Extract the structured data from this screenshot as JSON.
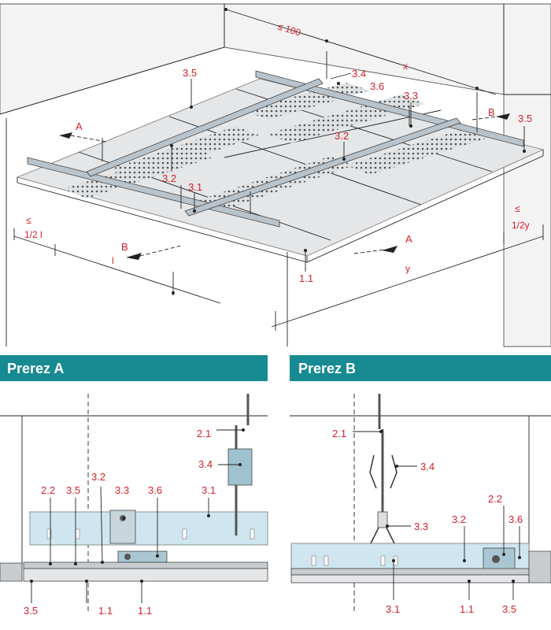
{
  "top_view": {
    "labels": {
      "l35a": "3.5",
      "l34": "3.4",
      "l36": "3.6",
      "l33": "3.3",
      "l35b": "3.5",
      "l32a": "3.2",
      "l32b": "3.2",
      "l31": "3.1",
      "l11": "1.1",
      "secA1": "A",
      "secA2": "A",
      "secB1": "B",
      "secB2": "B"
    },
    "dims": {
      "max100": "≤ 100",
      "x": "x",
      "y": "y",
      "leq_left": "≤",
      "half_l": "1/2 l",
      "l": "l",
      "leq_right": "≤",
      "half_y": "1/2y"
    }
  },
  "section_a": {
    "title": "Prerez A",
    "labels": {
      "l21": "2.1",
      "l34": "3.4",
      "l32": "3.2",
      "l33": "3.3",
      "l36": "3.6",
      "l31": "3.1",
      "l22": "2.2",
      "l35top": "3.5",
      "l35bot": "3.5",
      "l11a": "1.1",
      "l11b": "1.1"
    }
  },
  "section_b": {
    "title": "Prerez B",
    "labels": {
      "l21": "2.1",
      "l34": "3.4",
      "l33": "3.3",
      "l32": "3.2",
      "l22": "2.2",
      "l36": "3.6",
      "l31": "3.1",
      "l11": "1.1",
      "l35": "3.5"
    }
  }
}
